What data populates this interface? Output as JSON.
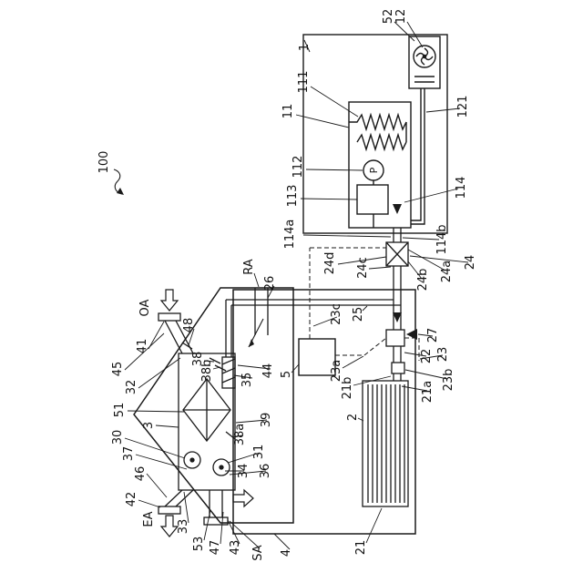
{
  "figure": {
    "background": "#ffffff",
    "line_color": "#1a1a1a"
  },
  "labels": {
    "n100": "100",
    "n52": "52",
    "n12": "12",
    "n1": "1",
    "n111": "111",
    "n11": "11",
    "n112": "112",
    "n113": "113",
    "n121": "121",
    "n114": "114",
    "n114a": "114a",
    "n114b": "114b",
    "n24": "24",
    "n24a": "24a",
    "n24b": "24b",
    "n24c": "24c",
    "n24d": "24d",
    "nRA": "RA",
    "n26": "26",
    "nOA": "OA",
    "n41": "41",
    "n45": "45",
    "n32": "32",
    "n48": "48",
    "n38": "38",
    "n38b": "38b",
    "n51": "51",
    "n3": "3",
    "n30": "30",
    "n37": "37",
    "n46": "46",
    "n42": "42",
    "nEA": "EA",
    "n33": "33",
    "n53": "53",
    "n47": "47",
    "n43": "43",
    "nSA": "SA",
    "n4": "4",
    "n35": "35",
    "n44": "44",
    "n5": "5",
    "n39": "39",
    "n38a": "38a",
    "n34": "34",
    "n36": "36",
    "n31": "31",
    "n23c": "23c",
    "n25": "25",
    "n27": "27",
    "n22": "22",
    "n23": "23",
    "n23b": "23b",
    "n21a": "21a",
    "n23a": "23a",
    "n21b": "21b",
    "n2": "2",
    "n21": "21",
    "P": "P"
  }
}
